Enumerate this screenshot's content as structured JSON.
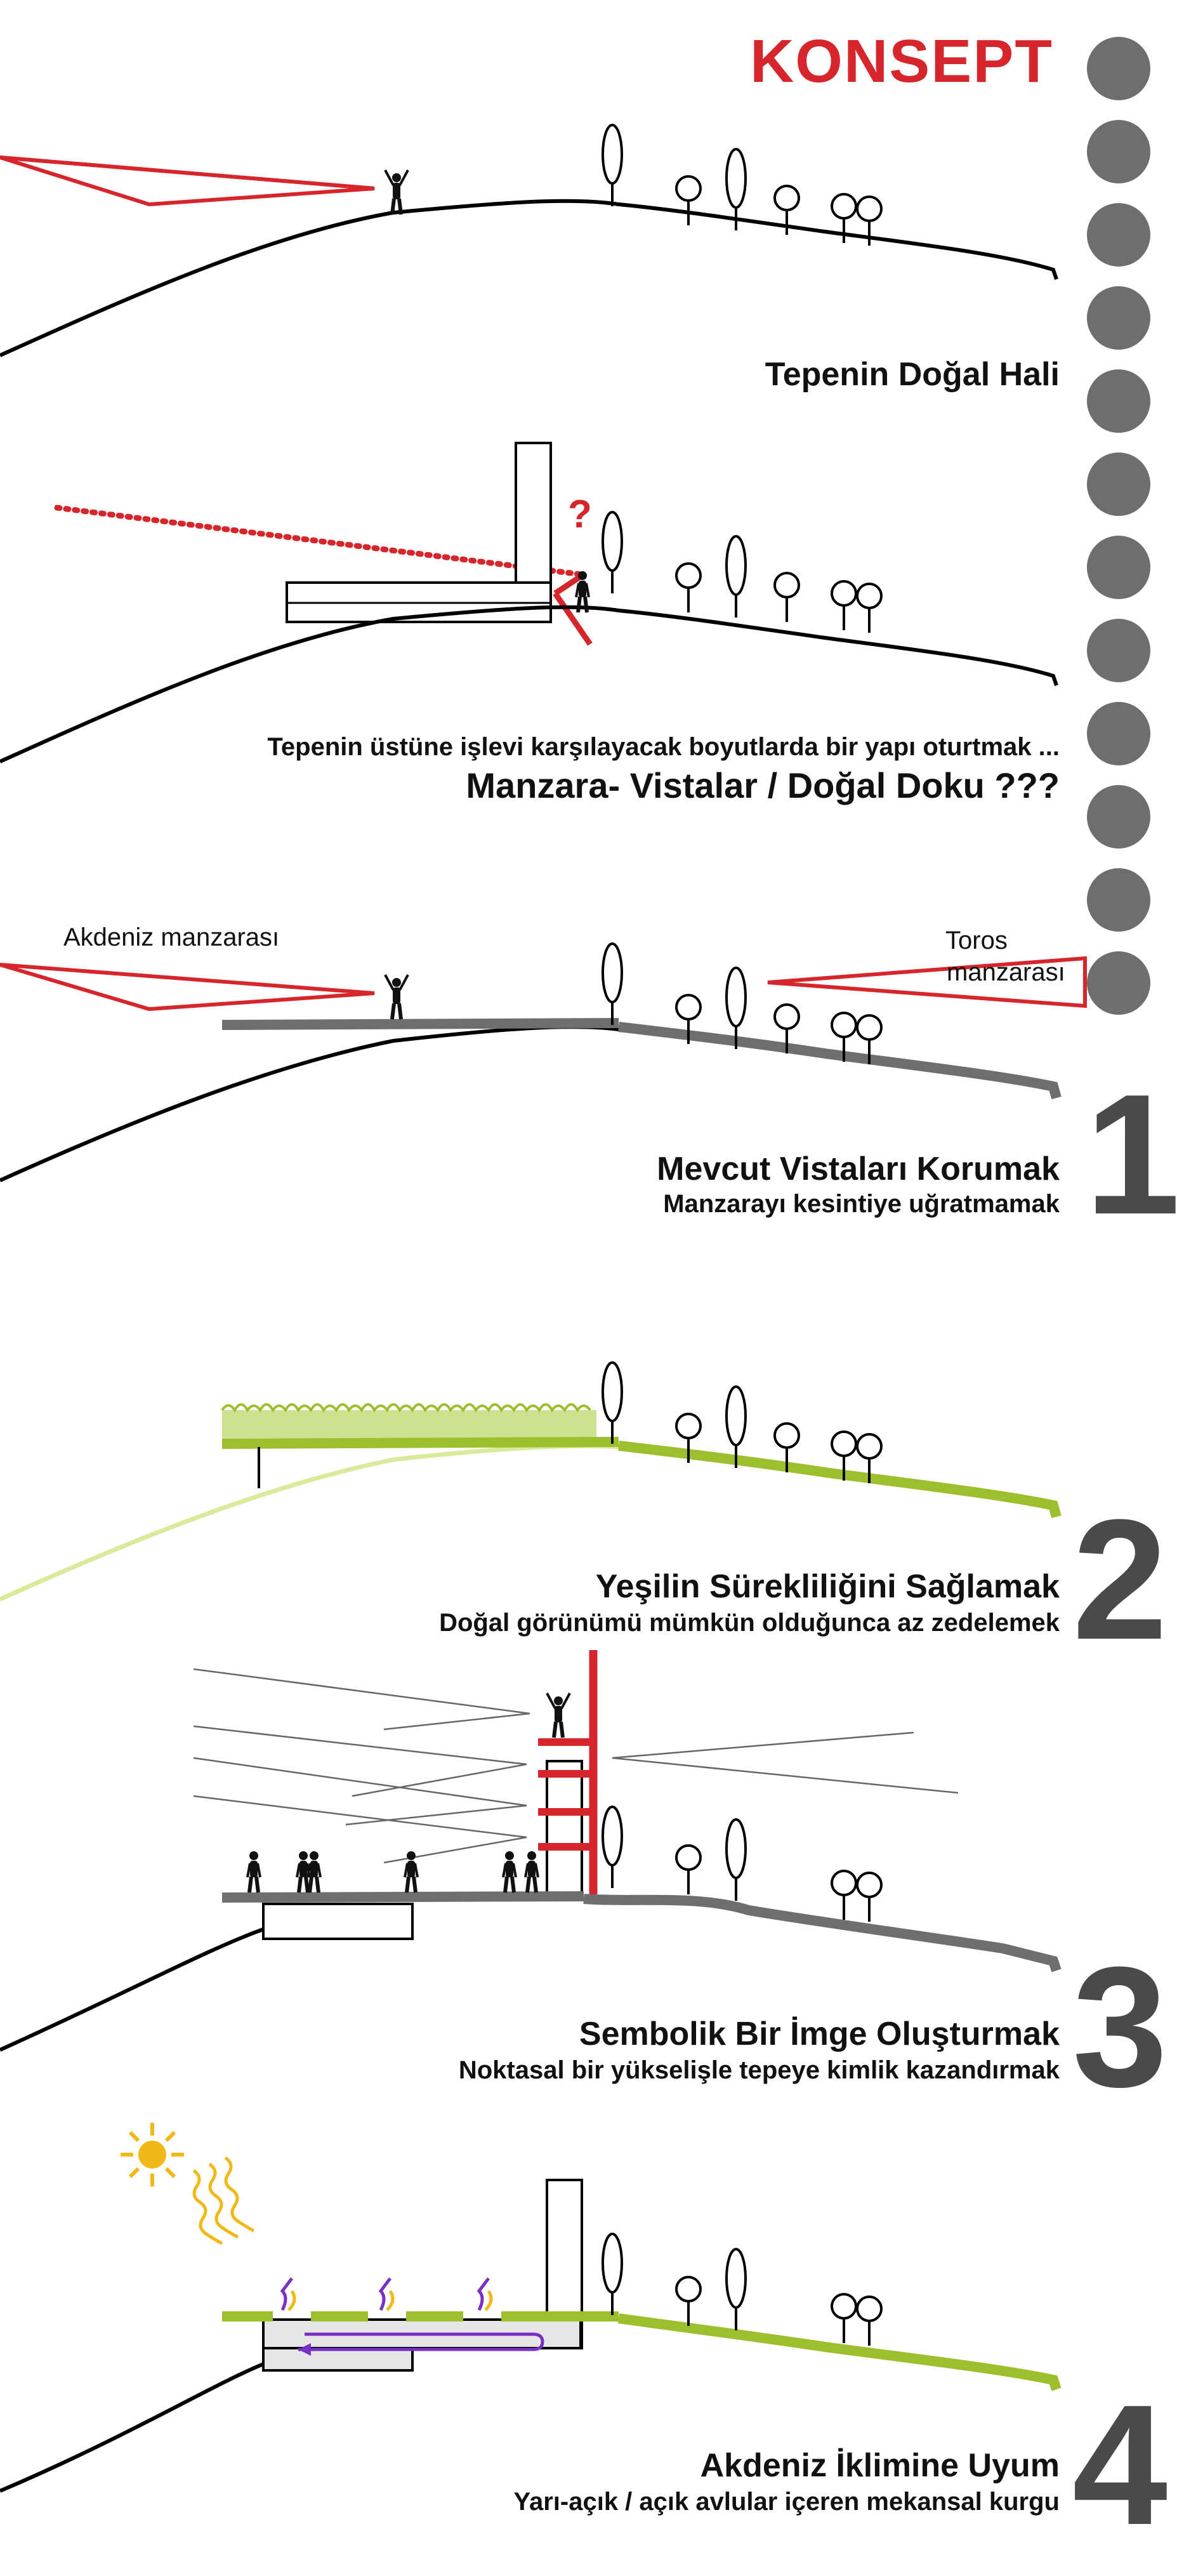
{
  "title": "KONSEPT",
  "sections": {
    "natural": {
      "caption": "Tepenin Doğal Hali"
    },
    "building": {
      "line1": "Tepenin üstüne işlevi karşılayacak boyutlarda bir yapı oturtmak ...",
      "line2": "Manzara- Vistalar / Doğal Doku ???",
      "question_mark": "?"
    },
    "s1": {
      "number": "1",
      "title": "Mevcut Vistaları Korumak",
      "subtitle": "Manzarayı kesintiye uğratmamak",
      "label_left": "Akdeniz manzarası",
      "label_right_1": "Toros",
      "label_right_2": "manzarası"
    },
    "s2": {
      "number": "2",
      "title": "Yeşilin Sürekliliğini Sağlamak",
      "subtitle": "Doğal görünümü mümkün olduğunca az zedelemek"
    },
    "s3": {
      "number": "3",
      "title": "Sembolik Bir İmge Oluşturmak",
      "subtitle": "Noktasal bir yükselişle tepeye kimlik kazandırmak"
    },
    "s4": {
      "number": "4",
      "title": "Akdeniz İklimine Uyum",
      "subtitle": "Yarı-açık / açık avlular içeren mekansal kurgu"
    }
  },
  "colors": {
    "view_red": "#d7252c",
    "grass_green": "#9dbf2d",
    "light_green": "#d9ea9a",
    "ground_grey": "#6e6e6e",
    "dot_grey": "#6e6e6e",
    "number_grey": "#4a4a4a",
    "sun_yellow": "#f2b817",
    "arrow_purple": "#7a2fc4"
  },
  "dot_count": 12
}
